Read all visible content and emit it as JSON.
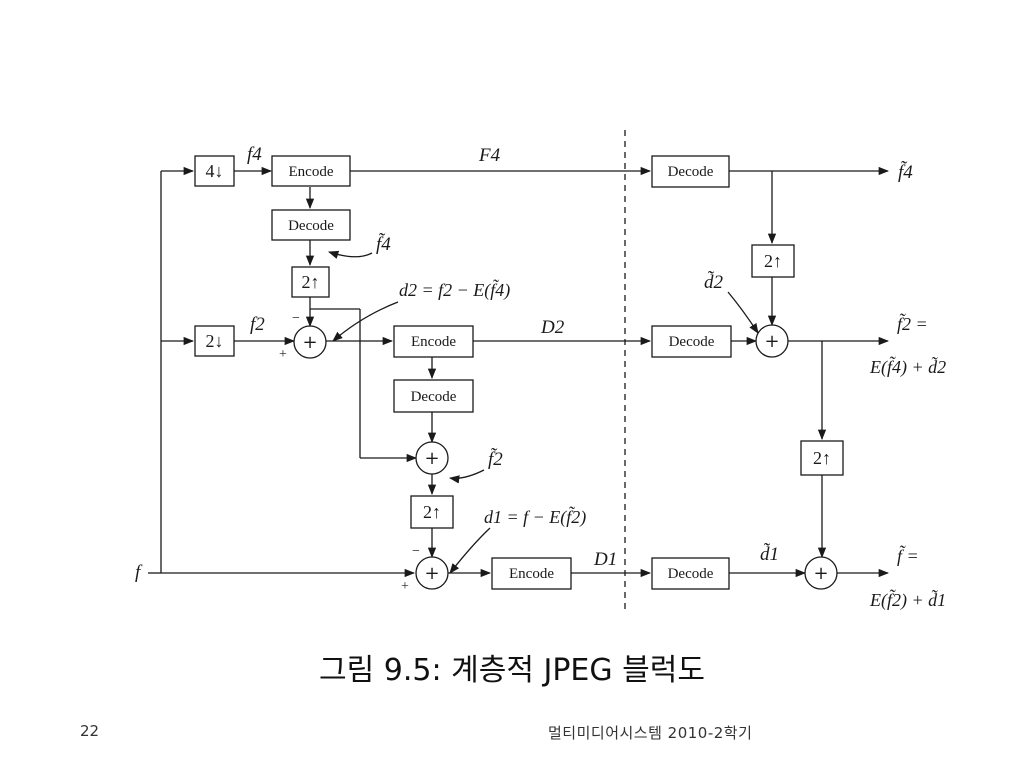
{
  "caption": "그림 9.5: 계층적 JPEG 블럭도",
  "footer": {
    "page_number": "22",
    "course": "멀티미디어시스템   2010-2학기"
  },
  "diagram": {
    "blocks": {
      "downsample_4": "4↓",
      "downsample_2": "2↓",
      "encode": "Encode",
      "decode": "Decode",
      "upsample_2": "2↑"
    },
    "signals": {
      "f": "f",
      "f4": "f4",
      "f2": "f2",
      "F4": "F4",
      "D2": "D2",
      "D1": "D1",
      "f4_tilde": "f̃4",
      "f2_tilde": "f̃2",
      "d2_tilde": "d̃2",
      "d1_tilde": "d̃1"
    },
    "equations": {
      "d2": "d2 = f2 − E(f̃4)",
      "d1": "d1 = f − E(f̃2)",
      "f2_out_line1": "f̃2 =",
      "f2_out_line2": "E(f̃4) + d̃2",
      "f_out_line1": "f̃ =",
      "f_out_line2": "E(f̃2) + d̃1"
    },
    "signs": {
      "plus": "+",
      "minus": "−"
    },
    "adder_symbol": "+"
  }
}
